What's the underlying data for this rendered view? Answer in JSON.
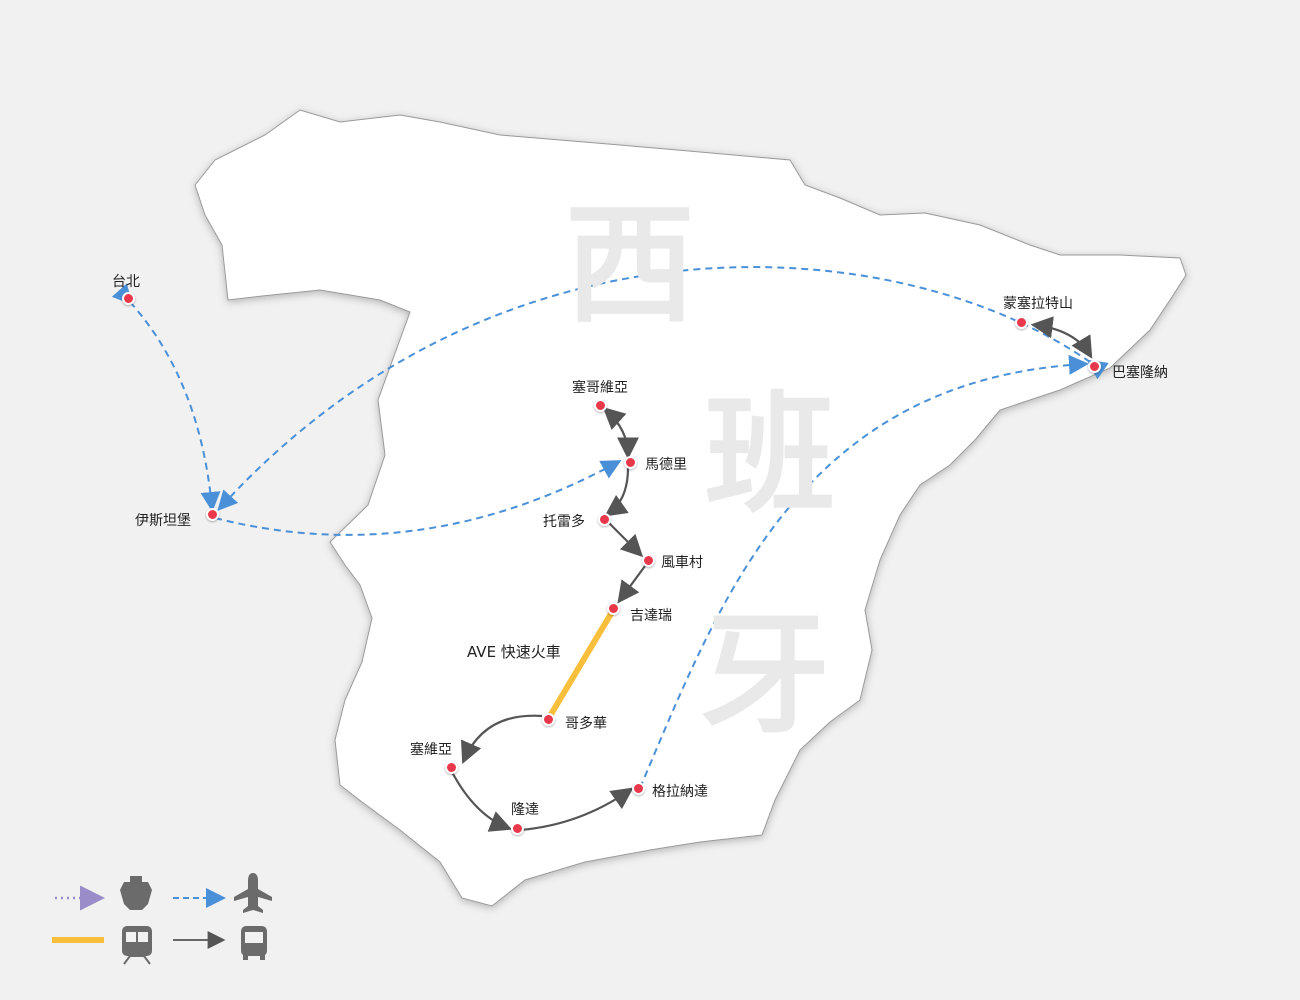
{
  "watermark": [
    "西",
    "班",
    "牙"
  ],
  "cities": [
    {
      "name": "台北"
    },
    {
      "name": "伊斯坦堡"
    },
    {
      "name": "塞哥維亞"
    },
    {
      "name": "馬德里"
    },
    {
      "name": "托雷多"
    },
    {
      "name": "風車村"
    },
    {
      "name": "吉達瑞"
    },
    {
      "name": "哥多華"
    },
    {
      "name": "塞維亞"
    },
    {
      "name": "隆達"
    },
    {
      "name": "格拉納達"
    },
    {
      "name": "蒙塞拉特山"
    },
    {
      "name": "巴塞隆納"
    }
  ],
  "route_label": "AVE 快速火車",
  "legend": [
    {
      "line": "dotted-purple",
      "icon": "ship-icon"
    },
    {
      "line": "dashed-blue",
      "icon": "airplane-icon"
    },
    {
      "line": "solid-yellow",
      "icon": "train-icon"
    },
    {
      "line": "solid-gray-arrow",
      "icon": "bus-icon"
    }
  ],
  "colors": {
    "flight": "#4a90d9",
    "train": "#f7bf3c",
    "bus": "#555555",
    "ship": "#9a8cc8",
    "dot": "#e8384a"
  }
}
